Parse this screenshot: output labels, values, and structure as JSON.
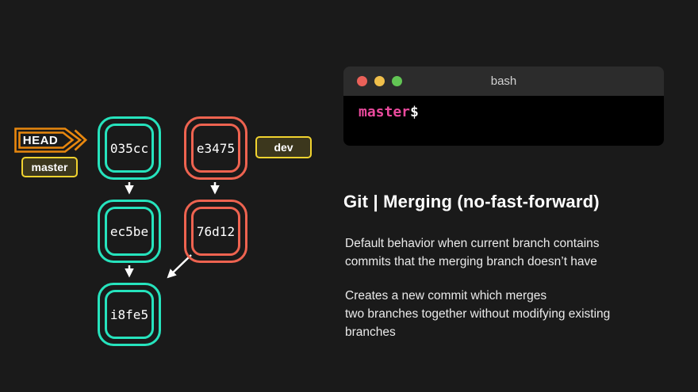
{
  "graph": {
    "head_tag": "HEAD",
    "branch_master": "master",
    "branch_dev": "dev",
    "nodes": [
      {
        "id": "035cc",
        "color": "teal"
      },
      {
        "id": "e3475",
        "color": "orange"
      },
      {
        "id": "ec5be",
        "color": "teal"
      },
      {
        "id": "76d12",
        "color": "orange"
      },
      {
        "id": "i8fe5",
        "color": "teal"
      }
    ]
  },
  "terminal": {
    "title": "bash",
    "prompt_branch": "master",
    "prompt_symbol": "$"
  },
  "content": {
    "title": "Git | Merging (no-fast-forward)",
    "paragraph1": [
      "Default behavior when current branch contains",
      "commits that the merging branch doesn’t have"
    ],
    "paragraph2": [
      "Creates a new commit which merges",
      "two branches together without modifying existing",
      "branches"
    ]
  },
  "colors": {
    "background": "#1a1a1a",
    "teal_node": "#26e3bd",
    "orange_node": "#ee6350",
    "head_arrow": "#e8870e",
    "branch_label_yellow": "#f1d32f",
    "prompt_pink": "#ea4a9d",
    "terminal_titlebar": "#2c2c2c",
    "terminal_body": "#000000",
    "traffic_red": "#ea6159",
    "traffic_yellow": "#f0bf4b",
    "traffic_green": "#62c554",
    "arrow_white": "#ffffff"
  }
}
